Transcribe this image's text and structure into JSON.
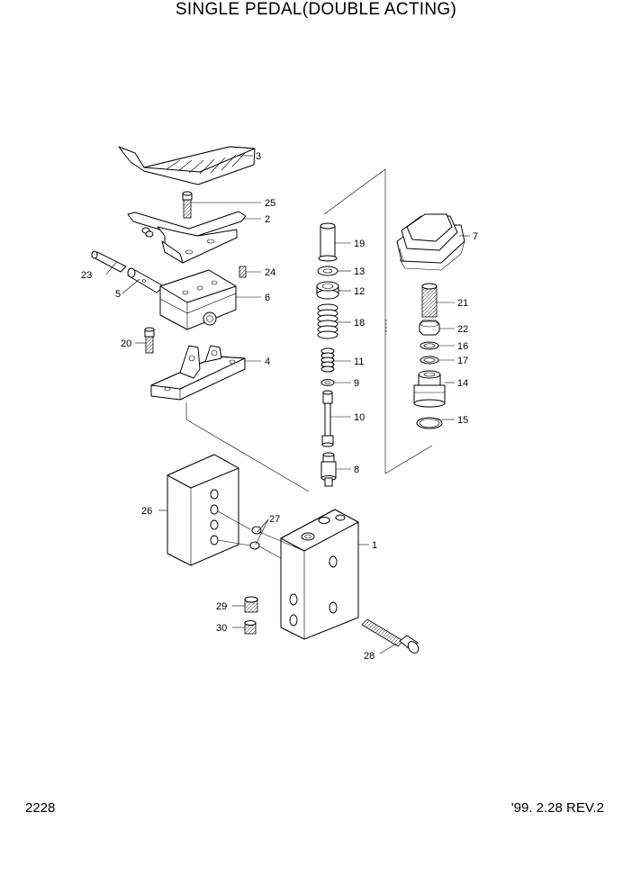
{
  "title": "SINGLE PEDAL(DOUBLE ACTING)",
  "page_number": "2228",
  "revision": "'99. 2.28 REV.2",
  "callouts": [
    "1",
    "2",
    "3",
    "4",
    "5",
    "6",
    "7",
    "8",
    "9",
    "10",
    "11",
    "12",
    "13",
    "14",
    "15",
    "16",
    "17",
    "18",
    "19",
    "20",
    "21",
    "22",
    "23",
    "24",
    "25",
    "26",
    "27",
    "28",
    "29",
    "30"
  ]
}
